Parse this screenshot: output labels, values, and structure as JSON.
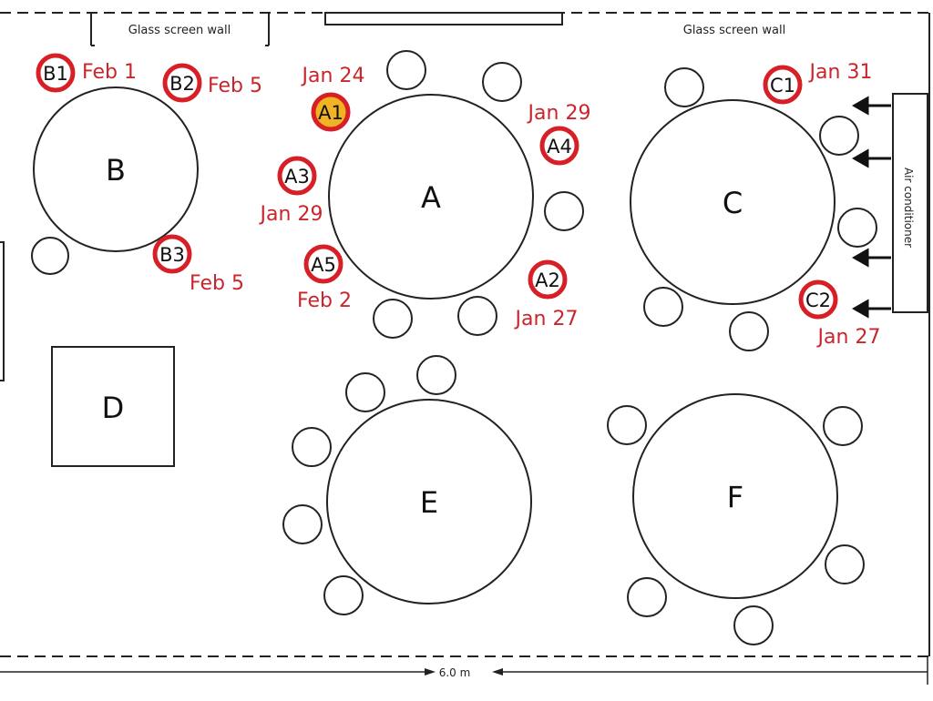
{
  "labels": {
    "glass_wall_left": "Glass screen wall",
    "glass_wall_right": "Glass screen wall",
    "air_conditioner": "Air conditioner",
    "dimension": "6.0 m"
  },
  "colors": {
    "case_ring": "#d61f26",
    "index_fill": "#f0b323",
    "date_text": "#c8262c",
    "line": "#222222"
  },
  "tables": {
    "A": "A",
    "B": "B",
    "C": "C",
    "D": "D",
    "E": "E",
    "F": "F"
  },
  "cases": {
    "A1": {
      "label": "A1",
      "date": "Jan 24",
      "index": true
    },
    "A2": {
      "label": "A2",
      "date": "Jan 27"
    },
    "A3": {
      "label": "A3",
      "date": "Jan 29"
    },
    "A4": {
      "label": "A4",
      "date": "Jan 29"
    },
    "A5": {
      "label": "A5",
      "date": "Feb 2"
    },
    "B1": {
      "label": "B1",
      "date": "Feb 1"
    },
    "B2": {
      "label": "B2",
      "date": "Feb 5"
    },
    "B3": {
      "label": "B3",
      "date": "Feb 5"
    },
    "C1": {
      "label": "C1",
      "date": "Jan 31"
    },
    "C2": {
      "label": "C2",
      "date": "Jan 27"
    }
  }
}
